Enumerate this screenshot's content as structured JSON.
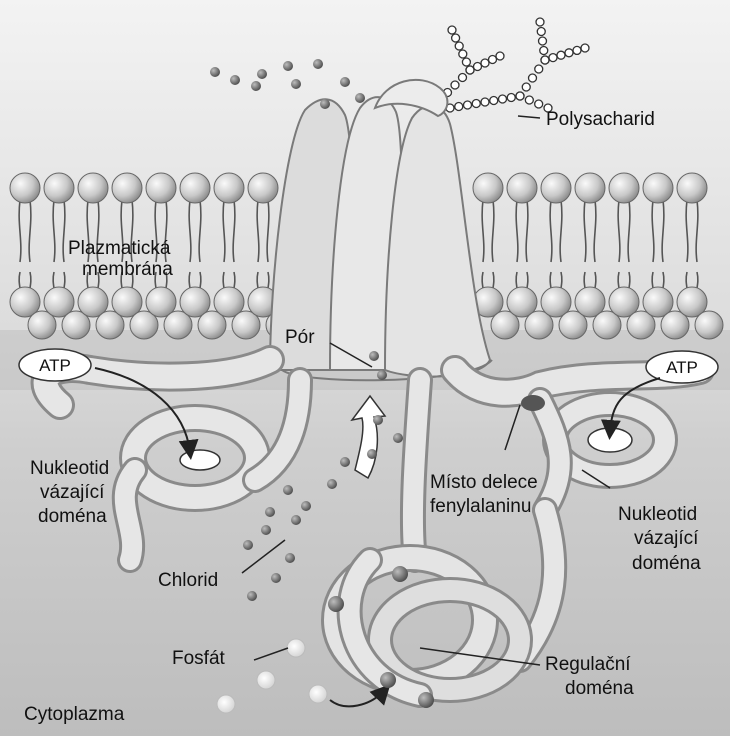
{
  "labels": {
    "polysaccharide": "Polysacharid",
    "membrane_line1": "Plazmatická",
    "membrane_line2": "membrána",
    "pore": "Pór",
    "atp_left": "ATP",
    "atp_right": "ATP",
    "nbd_left_1": "Nukleotid",
    "nbd_left_2": "vázající",
    "nbd_left_3": "doména",
    "deletion_1": "Místo delece",
    "deletion_2": "fenylalaninu",
    "nbd_right_1": "Nukleotid",
    "nbd_right_2": "vázající",
    "nbd_right_3": "doména",
    "chloride": "Chlorid",
    "phosphate": "Fosfát",
    "regulatory_1": "Regulační",
    "regulatory_2": "doména",
    "cytoplasm": "Cytoplazma"
  },
  "colors": {
    "background": "#ececec",
    "lipid_head": "#bdbdbd",
    "protein": "#e2e2e2",
    "protein_edge": "#7a7a7a",
    "ion": "#6a6a6a",
    "text": "#111111"
  }
}
